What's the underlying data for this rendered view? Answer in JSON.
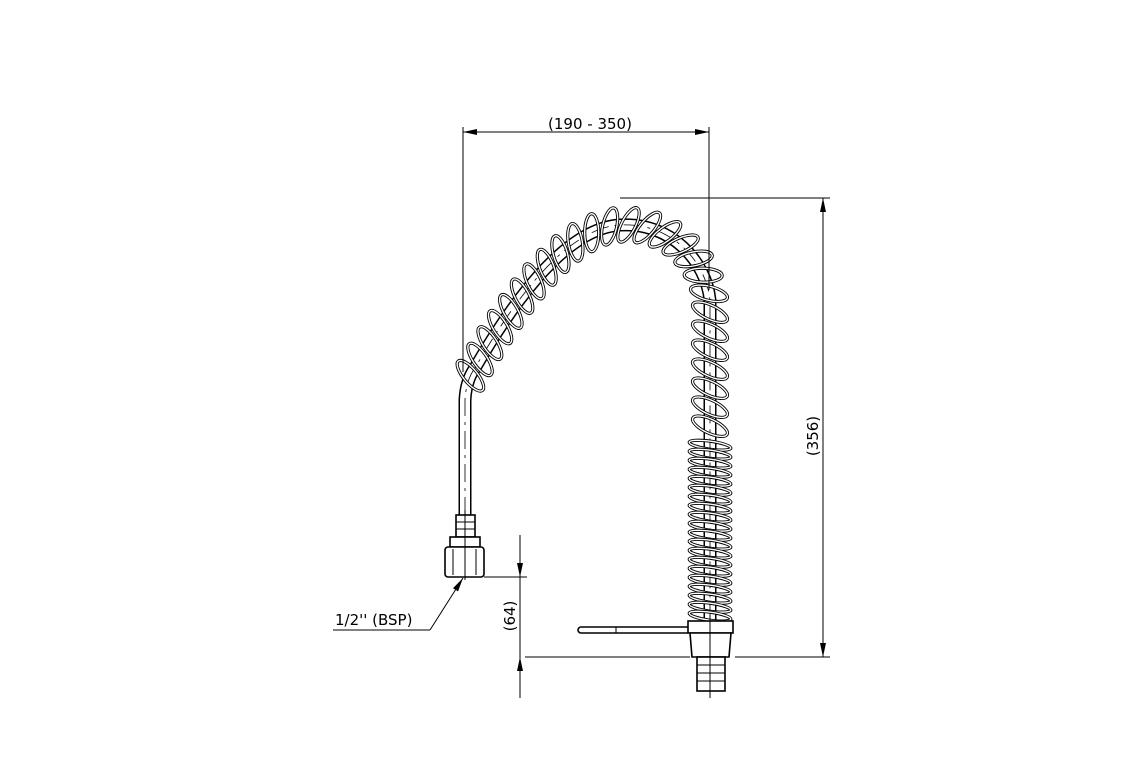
{
  "drawing": {
    "dimension_width": "(190 - 350)",
    "dimension_height": "(356)",
    "dimension_offset": "(64)",
    "connector_label": "1/2'' (BSP)"
  },
  "colors": {
    "line": "#000000",
    "background": "#ffffff"
  }
}
